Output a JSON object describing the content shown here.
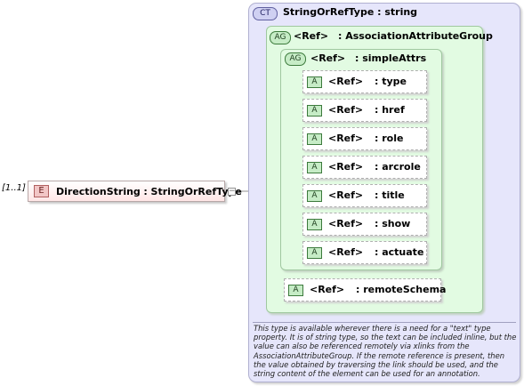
{
  "element": {
    "cardinality": "[1..1]",
    "icon": "E",
    "name": "DirectionString",
    "type": ": StringOrRefType"
  },
  "complex_type": {
    "icon": "CT",
    "title": "StringOrRefType : string",
    "outer_group": {
      "icon": "AG",
      "ref": "<Ref>",
      "name": ": AssociationAttributeGroup"
    },
    "inner_group": {
      "icon": "AG",
      "ref": "<Ref>",
      "name": ": simpleAttrs"
    },
    "attributes": [
      {
        "icon": "A",
        "ref": "<Ref>",
        "name": ": type"
      },
      {
        "icon": "A",
        "ref": "<Ref>",
        "name": ": href"
      },
      {
        "icon": "A",
        "ref": "<Ref>",
        "name": ": role"
      },
      {
        "icon": "A",
        "ref": "<Ref>",
        "name": ": arcrole"
      },
      {
        "icon": "A",
        "ref": "<Ref>",
        "name": ": title"
      },
      {
        "icon": "A",
        "ref": "<Ref>",
        "name": ": show"
      },
      {
        "icon": "A",
        "ref": "<Ref>",
        "name": ": actuate"
      }
    ],
    "remote_attribute": {
      "icon": "A",
      "ref": "<Ref>",
      "name": ": remoteSchema"
    },
    "description": "This type is available wherever there is a need for a \"text\" type property. It is of string type, so the text can be included inline, but the value can also be referenced remotely via xlinks from the AssociationAttributeGroup. If the remote reference is present, then the value obtained by traversing the link should be used, and the string content of the element can be used for an annotation."
  },
  "colors": {
    "element_fill": "#ffe6e6",
    "complex_type_fill": "#e6e6fb",
    "group_fill": "#e2fbe2"
  }
}
